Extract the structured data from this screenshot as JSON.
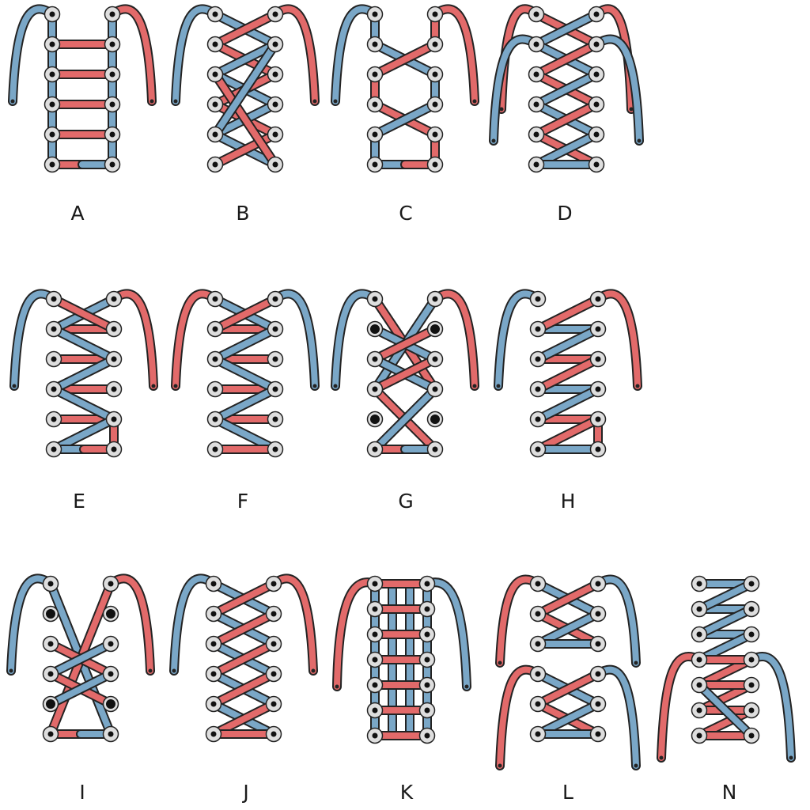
{
  "colors": {
    "blue": "#7aa7c7",
    "red": "#e26a6a",
    "outline": "#232323",
    "eyelet_fill": "#dedede",
    "eyelet_hole": "#111111",
    "background": "#ffffff"
  },
  "diagrams": [
    {
      "label": "A",
      "pattern": "ladder"
    },
    {
      "label": "B",
      "pattern": "double-cross"
    },
    {
      "label": "C",
      "pattern": "skip"
    },
    {
      "label": "D",
      "pattern": "two-lace-cross"
    },
    {
      "label": "E",
      "pattern": "zig-zag-bar"
    },
    {
      "label": "F",
      "pattern": "zig-zag-bar-alt"
    },
    {
      "label": "G",
      "pattern": "partial-cross"
    },
    {
      "label": "H",
      "pattern": "diagonal-bar"
    },
    {
      "label": "I",
      "pattern": "big-x"
    },
    {
      "label": "J",
      "pattern": "criss-cross"
    },
    {
      "label": "K",
      "pattern": "lattice"
    },
    {
      "label": "L",
      "pattern": "split-two-lace"
    },
    {
      "label": "N",
      "pattern": "hidden-knot"
    }
  ]
}
